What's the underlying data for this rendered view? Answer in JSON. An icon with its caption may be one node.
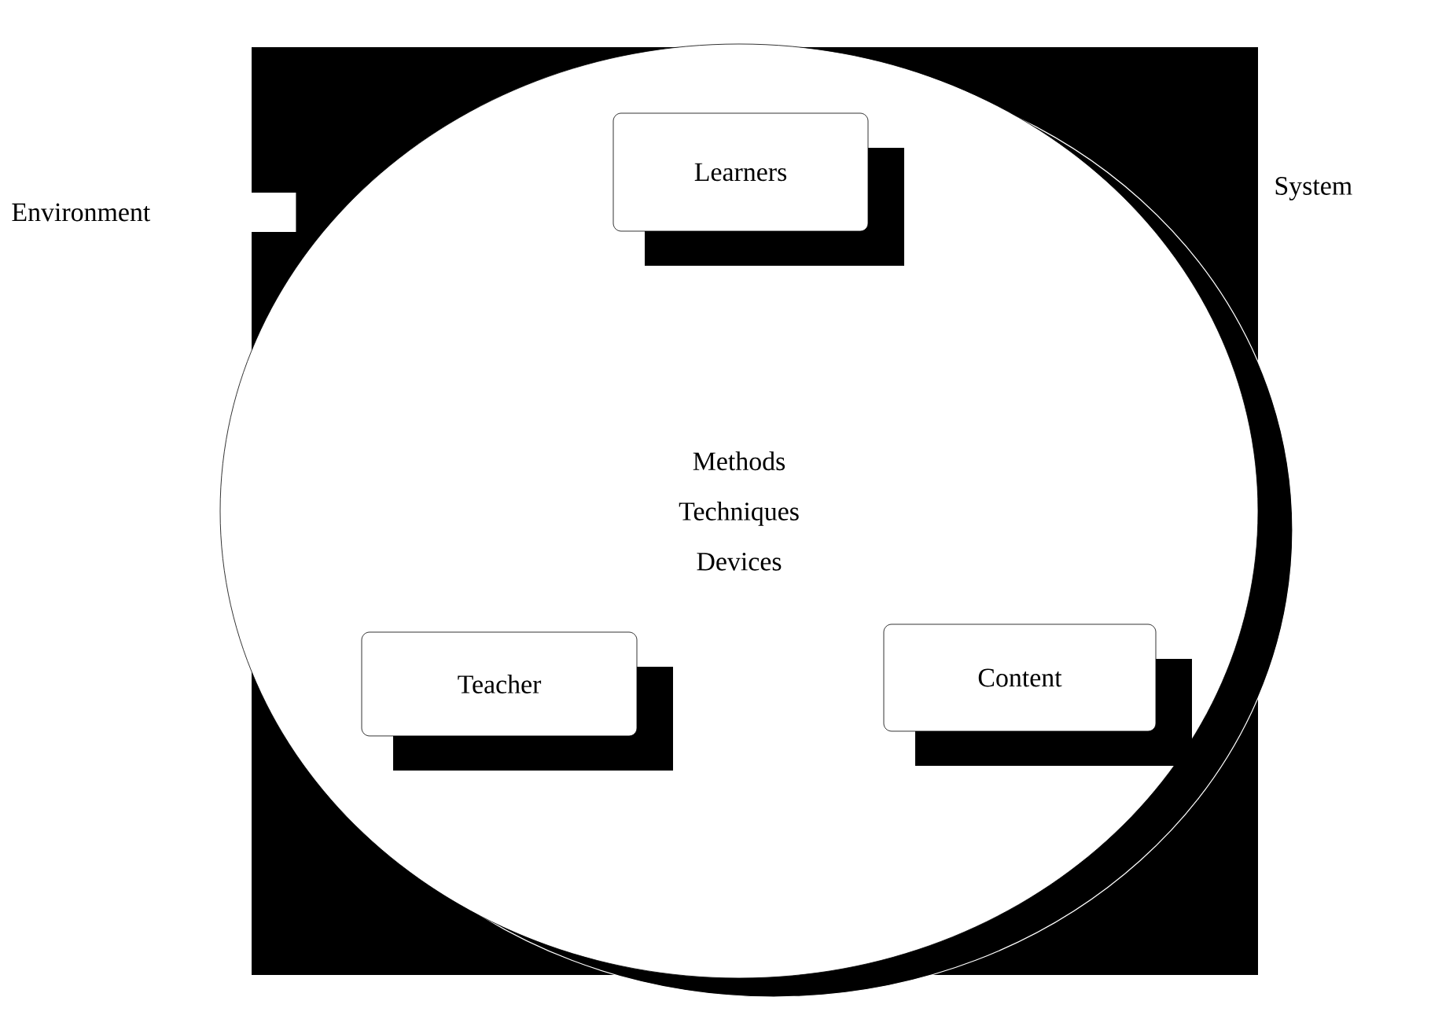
{
  "diagram": {
    "nodes": [
      {
        "text": [
          "Methods Techniques Devices"
        ]
      },
      {
        "text": [
          "Learners"
        ],
        "in": 0
      },
      {
        "text": [
          "Teacher"
        ],
        "in": 0
      },
      {
        "text": [
          "Content"
        ],
        "in": 0
      }
    ],
    "labels": [
      "Environment",
      "System"
    ]
  }
}
